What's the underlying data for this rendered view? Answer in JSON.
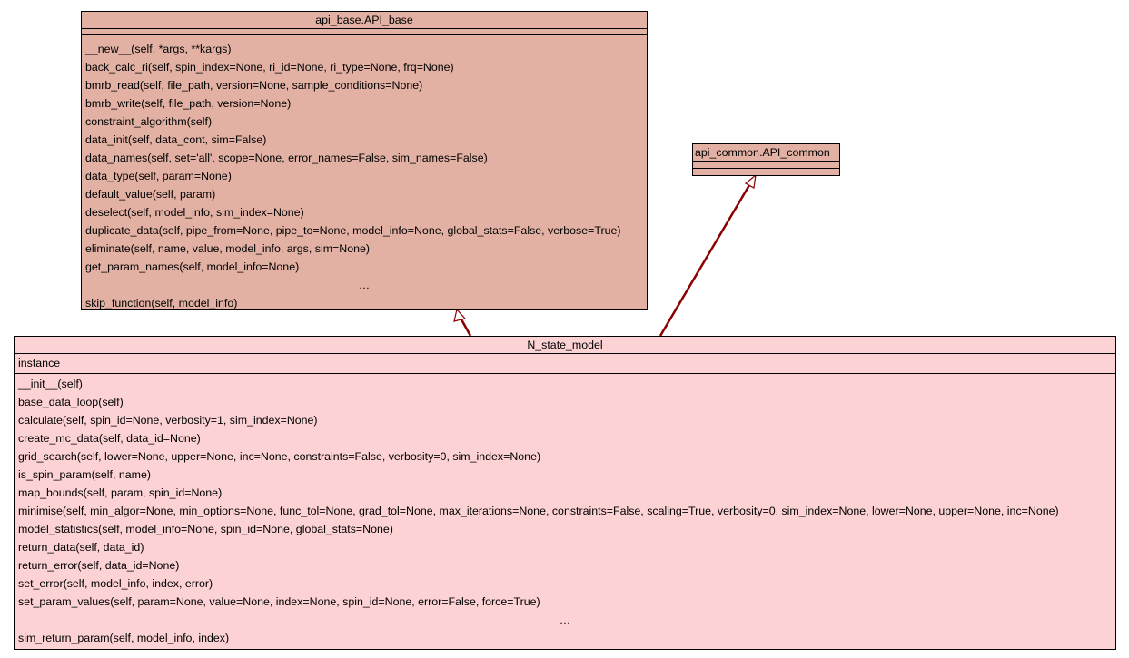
{
  "colors": {
    "base_fill": "#e2b1a4",
    "derived_fill": "#fcd2d4",
    "arrow": "#8b0000"
  },
  "api_base": {
    "title": "api_base.API_base",
    "methods": [
      "__new__(self, *args, **kargs)",
      "back_calc_ri(self, spin_index=None, ri_id=None, ri_type=None, frq=None)",
      "bmrb_read(self, file_path, version=None, sample_conditions=None)",
      "bmrb_write(self, file_path, version=None)",
      "constraint_algorithm(self)",
      "data_init(self, data_cont, sim=False)",
      "data_names(self, set='all', scope=None, error_names=False, sim_names=False)",
      "data_type(self, param=None)",
      "default_value(self, param)",
      "deselect(self, model_info, sim_index=None)",
      "duplicate_data(self, pipe_from=None, pipe_to=None, model_info=None, global_stats=False, verbose=True)",
      "eliminate(self, name, value, model_info, args, sim=None)",
      "get_param_names(self, model_info=None)",
      "…",
      "skip_function(self, model_info)"
    ]
  },
  "api_common": {
    "title": "api_common.API_common"
  },
  "n_state_model": {
    "title": "N_state_model",
    "attributes": [
      "instance"
    ],
    "methods": [
      "__init__(self)",
      "base_data_loop(self)",
      "calculate(self, spin_id=None, verbosity=1, sim_index=None)",
      "create_mc_data(self, data_id=None)",
      "grid_search(self, lower=None, upper=None, inc=None, constraints=False, verbosity=0, sim_index=None)",
      "is_spin_param(self, name)",
      "map_bounds(self, param, spin_id=None)",
      "minimise(self, min_algor=None, min_options=None, func_tol=None, grad_tol=None, max_iterations=None, constraints=False, scaling=True, verbosity=0, sim_index=None, lower=None, upper=None, inc=None)",
      "model_statistics(self, model_info=None, spin_id=None, global_stats=None)",
      "return_data(self, data_id)",
      "return_error(self, data_id=None)",
      "set_error(self, model_info, index, error)",
      "set_param_values(self, param=None, value=None, index=None, spin_id=None, error=False, force=True)",
      "…",
      "sim_return_param(self, model_info, index)"
    ]
  }
}
